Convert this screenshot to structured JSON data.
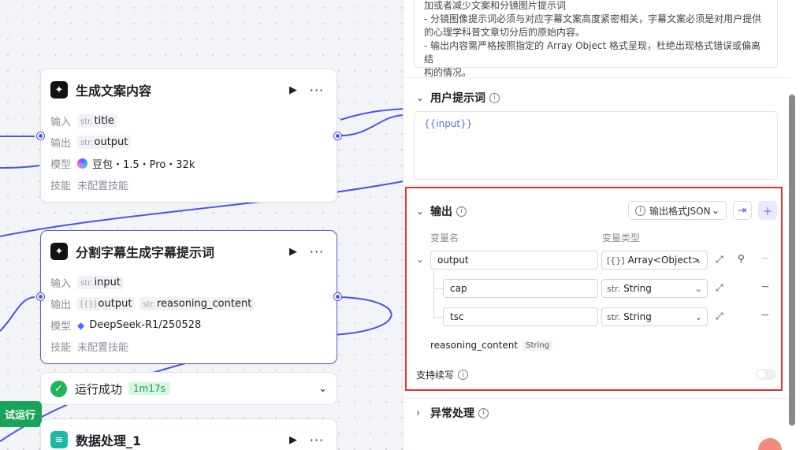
{
  "nodes": [
    {
      "title": "生成文案内容",
      "input_label": "输入",
      "inputs": [
        {
          "type": "str.",
          "name": "title"
        }
      ],
      "output_label": "输出",
      "outputs": [
        {
          "type": "str.",
          "name": "output"
        }
      ],
      "model_label": "模型",
      "model": "豆包・1.5・Pro・32k",
      "skill_label": "技能",
      "skill": "未配置技能"
    },
    {
      "title": "分割字幕生成字幕提示词",
      "input_label": "输入",
      "inputs": [
        {
          "type": "str.",
          "name": "input"
        }
      ],
      "output_label": "输出",
      "outputs": [
        {
          "type": "[{}]",
          "name": "output"
        },
        {
          "type": "str.",
          "name": "reasoning_content"
        }
      ],
      "model_label": "模型",
      "model": "DeepSeek-R1/250528",
      "skill_label": "技能",
      "skill": "未配置技能"
    }
  ],
  "run_status": {
    "text": "运行成功",
    "time": "1m17s"
  },
  "test_run_label": "试运行",
  "data_node": {
    "title": "数据处理_1"
  },
  "panel": {
    "prompt_lines": [
      "加或者减少文案和分镜图片提示词",
      "- 分镜图像提示词必须与对应字幕文案高度紧密相关，字幕文案必须是对用户提供",
      "的心理学科普文章切分后的原始内容。",
      "- 输出内容需严格按照指定的 Array Object 格式呈现，杜绝出现格式错误或偏离结",
      "构的情况。"
    ],
    "user_prompt_title": "用户提示词",
    "user_prompt_value": "{{input}}",
    "output_title": "输出",
    "format_button": "输出格式JSON",
    "col_name": "变量名",
    "col_type": "变量类型",
    "vars": [
      {
        "name": "output",
        "type_icon": "[{}]",
        "type": "Array<Object>"
      },
      {
        "name": "cap",
        "type_icon": "str.",
        "type": "String"
      },
      {
        "name": "tsc",
        "type_icon": "str.",
        "type": "String"
      }
    ],
    "extra_var": {
      "name": "reasoning_content",
      "type": "String"
    },
    "continue_label": "支持续写",
    "error_title": "异常处理"
  },
  "colors": {
    "accent": "#4d53e8",
    "highlight": "#e33131",
    "success": "#20b45c"
  }
}
